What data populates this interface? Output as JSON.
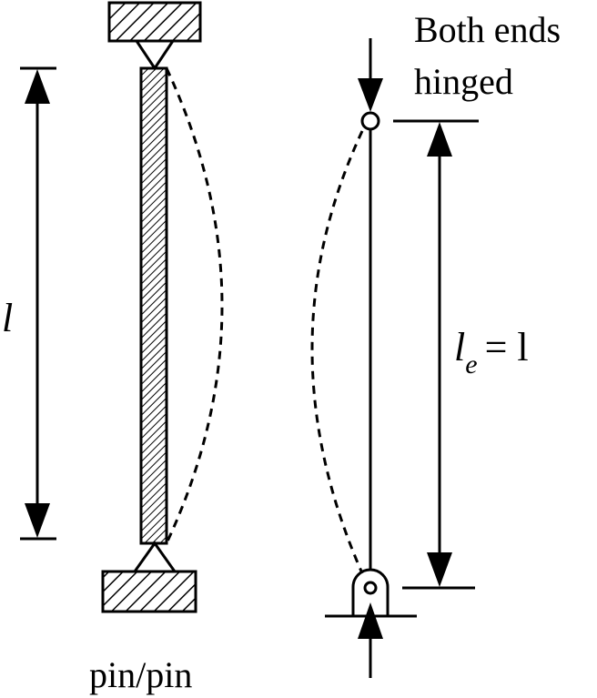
{
  "labels": {
    "length": "l",
    "support_type": "pin/pin",
    "condition_line1": "Both ends",
    "condition_line2": "hinged",
    "effective_l": "l",
    "effective_sub": "e",
    "effective_eq": "= l"
  },
  "colors": {
    "stroke": "#000000",
    "background": "#ffffff"
  }
}
